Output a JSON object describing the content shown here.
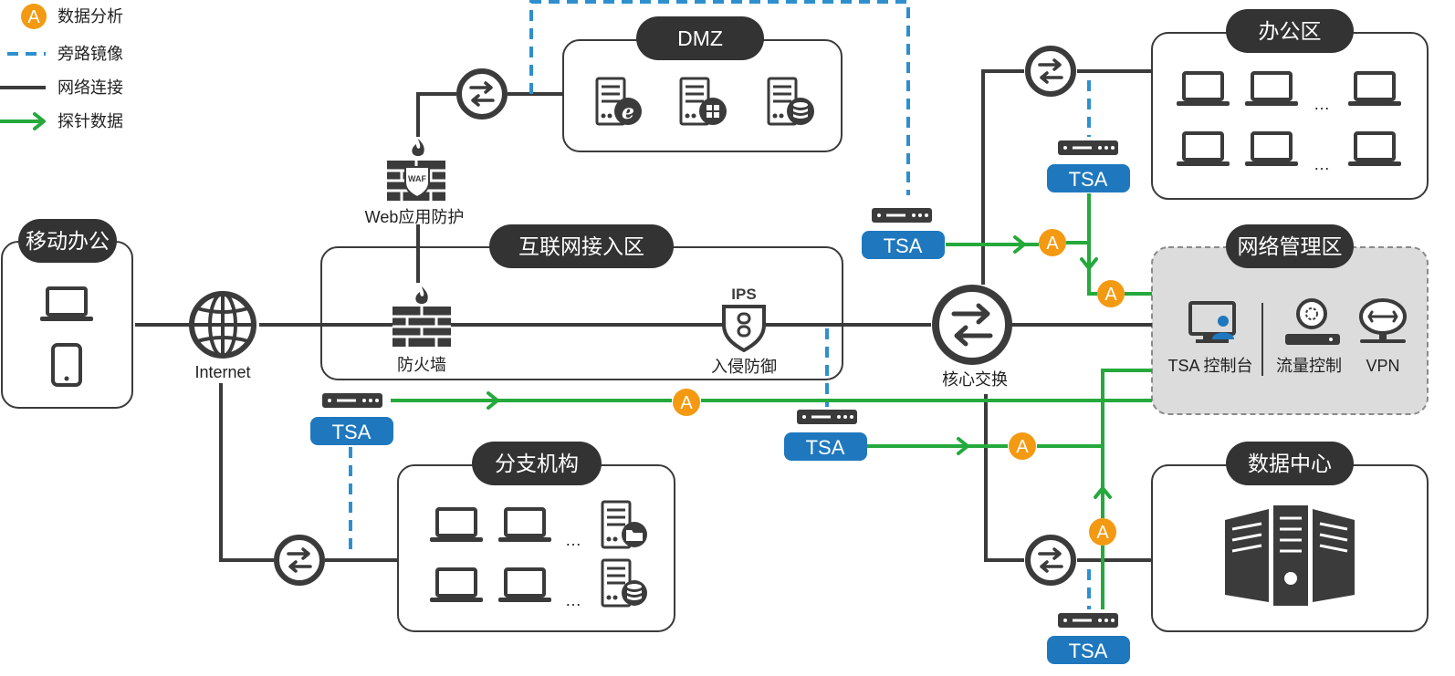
{
  "legend": {
    "analysis": {
      "mark": "A",
      "label": "数据分析"
    },
    "mirror": "旁路镜像",
    "connection": "网络连接",
    "probe": "探针数据"
  },
  "zones": {
    "dmz": "DMZ",
    "office": "办公区",
    "mobile": "移动办公",
    "internet_zone": "互联网接入区",
    "mgmt": "网络管理区",
    "branch": "分支机构",
    "datacenter": "数据中心"
  },
  "nodes": {
    "waf_badge": "WAF",
    "waf_label": "Web应用防护",
    "internet": "Internet",
    "firewall": "防火墙",
    "ips_badge": "IPS",
    "ips_label": "入侵防御",
    "core": "核心交换",
    "tsa_console": "TSA 控制台",
    "flow_control": "流量控制",
    "vpn": "VPN",
    "ellipsis": "…"
  },
  "tsa_label": "TSA",
  "analysis_mark": "A",
  "colors": {
    "dark": "#3b3b3b",
    "blue": "#1f78be",
    "mirror": "#2e8fcf",
    "green": "#25a93c",
    "orange": "#f39a12",
    "mgmt_fill": "#dcdcdc"
  }
}
